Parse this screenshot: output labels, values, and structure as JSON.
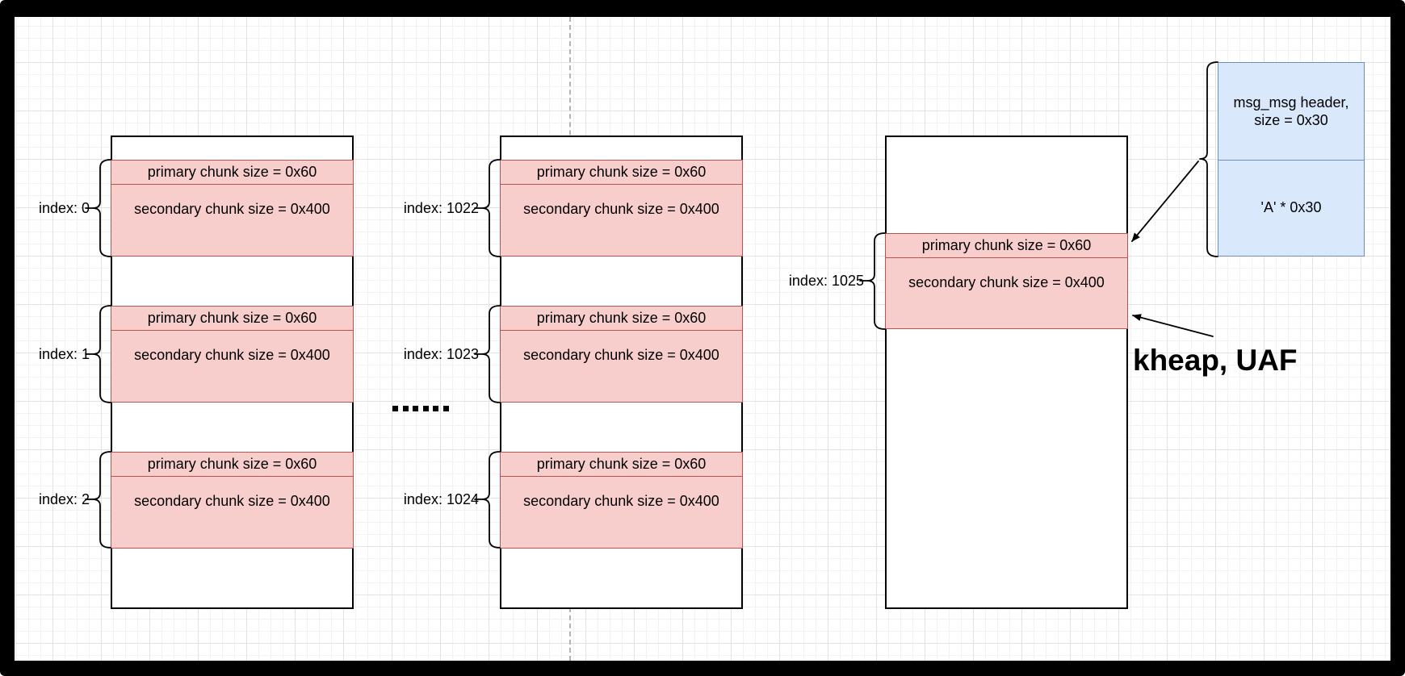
{
  "canvas": {
    "background": "#ffffff",
    "grid_minor_color": "#f2f2f2",
    "grid_major_color": "#e2e2e2",
    "guide_color": "#b3b3b3",
    "frame_color": "#000000"
  },
  "colors": {
    "chunk_fill": "#f8cecc",
    "chunk_border": "#b85450",
    "msg_fill": "#dae8fc",
    "msg_border": "#6c8ebf",
    "column_border": "#000000",
    "annotation_color": "#000000"
  },
  "columns": [
    {
      "chunks": [
        {
          "index_label": "index: 0",
          "primary_label": "primary chunk size = 0x60",
          "secondary_label": "secondary chunk size = 0x400"
        },
        {
          "index_label": "index: 1",
          "primary_label": "primary chunk size = 0x60",
          "secondary_label": "secondary chunk size = 0x400"
        },
        {
          "index_label": "index: 2",
          "primary_label": "primary chunk size = 0x60",
          "secondary_label": "secondary chunk size = 0x400"
        }
      ]
    },
    {
      "chunks": [
        {
          "index_label": "index: 1022",
          "primary_label": "primary chunk size = 0x60",
          "secondary_label": "secondary chunk size = 0x400"
        },
        {
          "index_label": "index: 1023",
          "primary_label": "primary chunk size = 0x60",
          "secondary_label": "secondary chunk size = 0x400"
        },
        {
          "index_label": "index: 1024",
          "primary_label": "primary chunk size = 0x60",
          "secondary_label": "secondary chunk size = 0x400"
        }
      ]
    },
    {
      "chunks": [
        {
          "index_label": "index: 1025",
          "primary_label": "primary chunk size = 0x60",
          "secondary_label": "secondary chunk size = 0x400"
        }
      ]
    }
  ],
  "ellipsis": "......",
  "msg_box": {
    "header_line1": "msg_msg header,",
    "header_line2": "size = 0x30",
    "body_label": "'A' * 0x30"
  },
  "annotation": {
    "label": "kheap, UAF"
  }
}
